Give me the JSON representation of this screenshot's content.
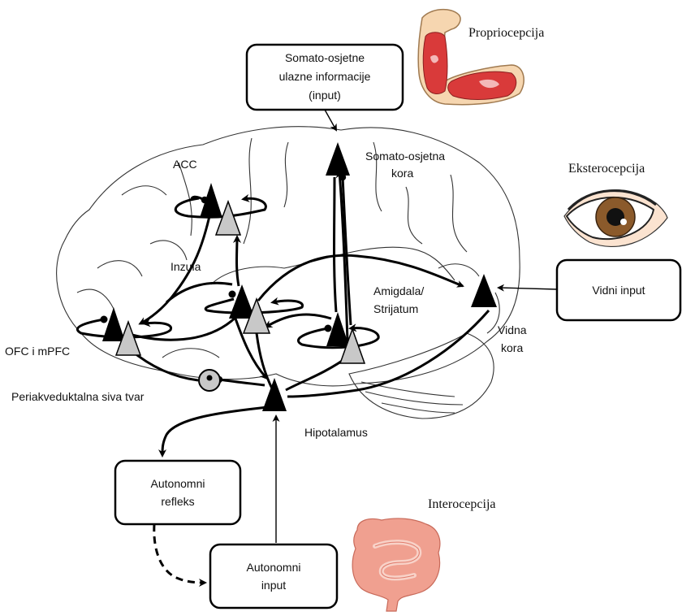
{
  "boxes": {
    "somato_input": [
      "Somato-osjetne",
      "ulazne informacije",
      "(input)"
    ],
    "visual_input": "Vidni input",
    "autonomic_reflex": [
      "Autonomni",
      "refleks"
    ],
    "autonomic_input": [
      "Autonomni",
      "input"
    ]
  },
  "regions": {
    "acc": "ACC",
    "insula": "Inzula",
    "ofc": "OFC i mPFC",
    "pag": "Periakveduktalna siva tvar",
    "somato_cortex": [
      "Somato-osjetna",
      "kora"
    ],
    "amygdala": [
      "Amigdala/",
      "Strijatum"
    ],
    "visual_cortex": [
      "Vidna",
      "kora"
    ],
    "hypothalamus": "Hipotalamus"
  },
  "modalities": {
    "proprioception": "Propriocepcija",
    "exteroception": "Eksterocepcija",
    "interoception": "Interocepcija"
  },
  "colors": {
    "dark_neuron": "#000000",
    "light_neuron": "#c8c8c8",
    "muscle": "#d93a3a",
    "gut": "#f0a090",
    "iris": "#8b5a2b"
  },
  "icons": [
    "arm-muscle-icon",
    "eye-icon",
    "intestine-icon"
  ]
}
